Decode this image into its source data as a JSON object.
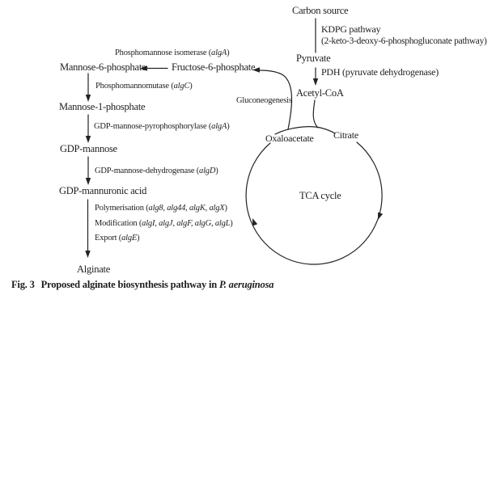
{
  "caption": {
    "label": "Fig. 3",
    "text": "Proposed alginate biosynthesis pathway in",
    "species": "P. aeruginosa"
  },
  "nodes": {
    "carbon_source": "Carbon source",
    "pyruvate": "Pyruvate",
    "acetyl_coa": "Acetyl-CoA",
    "mannose_6_phosphate": "Mannose-6-phosphate",
    "fructose_6_phosphate": "Fructose-6-phosphate",
    "mannose_1_phosphate": "Mannose-1-phosphate",
    "gdp_mannose": "GDP-mannose",
    "gdp_mannuronic_acid": "GDP-mannuronic acid",
    "alginate": "Alginate",
    "oxaloacetate": "Oxaloacetate",
    "citrate": "Citrate",
    "tca_cycle": "TCA cycle",
    "gluconeogenesis": "Gluconeogenesis"
  },
  "reactions": {
    "kdpg_line1": "KDPG pathway",
    "kdpg_line2": "(2-keto-3-deoxy-6-phosphogluconate pathway)",
    "pdh": "PDH (pyruvate dehydrogenase)",
    "isomerase": {
      "prefix": "Phosphomannose isomerase (",
      "gene": "algA",
      "suffix": ")"
    },
    "mutase": {
      "prefix": "Phosphomannomutase (",
      "gene": "algC",
      "suffix": ")"
    },
    "pyrophosphorylase": {
      "prefix": "GDP-mannose-pyrophosphorylase (",
      "gene": "algA",
      "suffix": ")"
    },
    "dehydrogenase": {
      "prefix": "GDP-mannose-dehydrogenase (",
      "gene": "algD",
      "suffix": ")"
    },
    "polymerisation": {
      "prefix": "Polymerisation (",
      "genes": "alg8, alg44, algK, algX",
      "suffix": ")"
    },
    "modification": {
      "prefix": "Modification (",
      "genes": "algI, algJ, algF, algG, algL",
      "suffix": ")"
    },
    "export": {
      "prefix": "Export (",
      "gene": "algE",
      "suffix": ")"
    }
  },
  "colors": {
    "ink": "#232323",
    "background": "#ffffff"
  }
}
